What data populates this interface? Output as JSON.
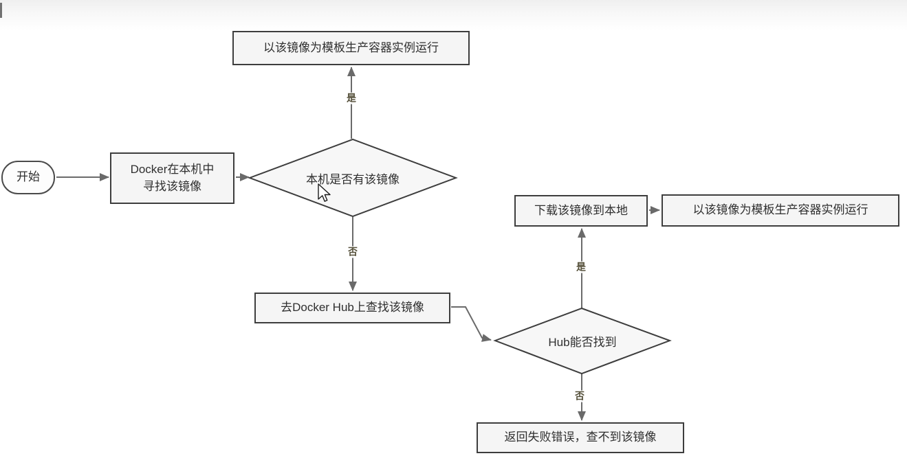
{
  "nodes": {
    "start": {
      "label": "开始"
    },
    "find_local": {
      "line1": "Docker在本机中",
      "line2": "寻找该镜像"
    },
    "decision_local": {
      "label": "本机是否有该镜像"
    },
    "run_top": {
      "label": "以该镜像为模板生产容器实例运行"
    },
    "search_hub": {
      "label": "去Docker Hub上查找该镜像"
    },
    "decision_hub": {
      "label": "Hub能否找到"
    },
    "download": {
      "label": "下载该镜像到本地"
    },
    "run_right": {
      "label": "以该镜像为模板生产容器实例运行"
    },
    "error": {
      "label": "返回失败错误，查不到该镜像"
    }
  },
  "edge_labels": {
    "local_yes": "是",
    "local_no": "否",
    "hub_yes": "是",
    "hub_no": "否"
  },
  "colors": {
    "node_fill": "#f5f5f5",
    "node_border": "#3d3d3d",
    "connector": "#6a6a6a",
    "edge_label_text": "#55503a",
    "top_gradient": "#efefef"
  }
}
